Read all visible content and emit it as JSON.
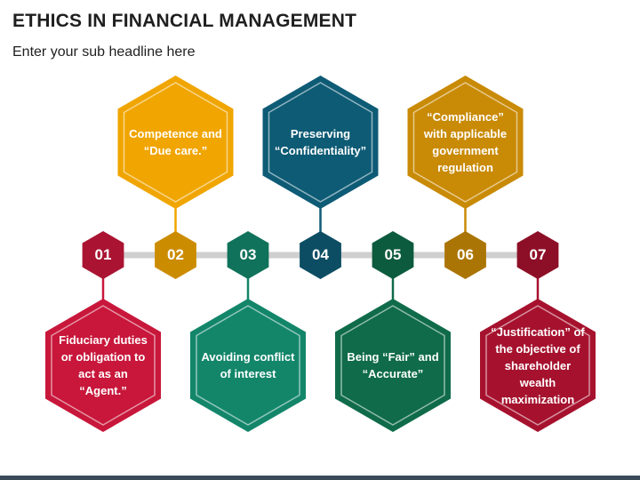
{
  "title": "ETHICS IN FINANCIAL MANAGEMENT",
  "subtitle": "Enter your sub headline here",
  "steps": [
    {
      "number": "01",
      "color": "#c8173b",
      "text": "Fiduciary duties or obligation to act as an “Agent.”",
      "position": "bottom"
    },
    {
      "number": "02",
      "color": "#f0a500",
      "text": "Competence and “Due care.”",
      "position": "top"
    },
    {
      "number": "03",
      "color": "#13866a",
      "text": "Avoiding conflict of interest",
      "position": "bottom"
    },
    {
      "number": "04",
      "color": "#0e5b75",
      "text": "Preserving “Confidentiality”",
      "position": "top"
    },
    {
      "number": "05",
      "color": "#0f6b4a",
      "text": "Being “Fair” and “Accurate”",
      "position": "bottom"
    },
    {
      "number": "06",
      "color": "#c98a06",
      "text": "“Compliance” with applicable government regulation",
      "position": "top"
    },
    {
      "number": "07",
      "color": "#a6122e",
      "text": "“Justification” of the objective of shareholder wealth maximization",
      "position": "bottom"
    }
  ],
  "connector_color": "#cfcfcf"
}
